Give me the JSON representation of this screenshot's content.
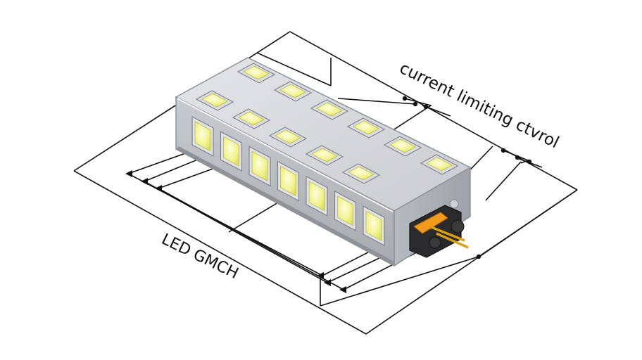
{
  "labels": {
    "top_right": "current limiting ctvrol",
    "bottom_left": "LED GMCH"
  },
  "colors": {
    "background": "#ffffff",
    "housing_top": "#d7d9dc",
    "housing_front": "#bfc2c6",
    "housing_side": "#a9adb2",
    "led_lit": "#f3f59a",
    "led_rim": "#dcdde0",
    "wire": "#111111",
    "connector_orange": "#f29a1c",
    "pin_gold": "#d8a018"
  },
  "components": {
    "housing": "led-strip-housing",
    "connector": "pin-connector",
    "top_leds": 11,
    "front_leds": 7
  }
}
